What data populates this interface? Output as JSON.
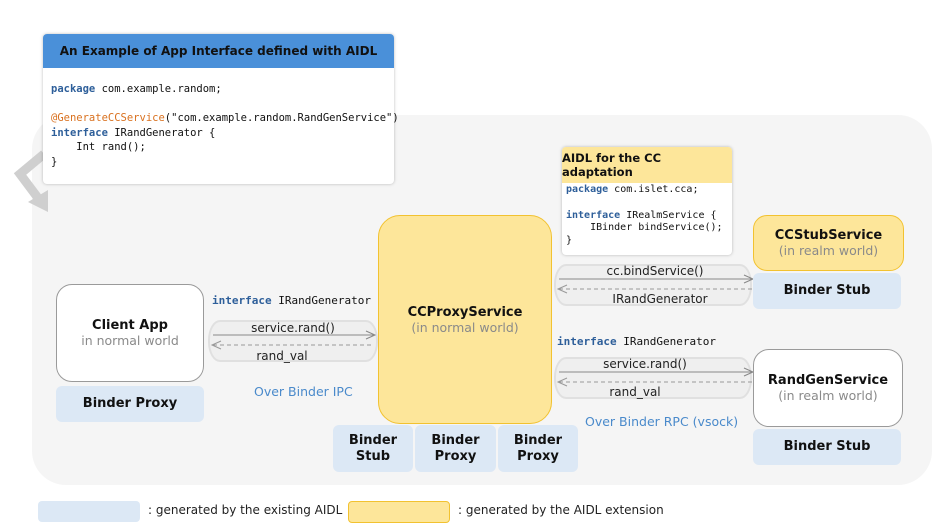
{
  "aidl_example_card": {
    "title": "An Example of App Interface defined with AIDL",
    "code": {
      "line1_kw": "package",
      "line1_rest": " com.example.random;",
      "line3_anno": "@GenerateCCService",
      "line3_rest": "(\"com.example.random.RandGenService\")",
      "line4_kw": "interface",
      "line4_rest": " IRandGenerator {",
      "line5": "    Int rand();",
      "line6": "}"
    }
  },
  "cc_adaptation_card": {
    "title": "AIDL for the CC adaptation",
    "code": {
      "line1_kw": "package",
      "line1_rest": " com.islet.cca;",
      "line3_kw": "interface",
      "line3_rest": " IRealmService {",
      "line4": "    IBinder bindService();",
      "line5": "}"
    }
  },
  "nodes": {
    "client_app": {
      "title": "Client App",
      "subtitle": "in normal world"
    },
    "cc_proxy_service": {
      "title": "CCProxyService",
      "subtitle": "(in normal world)"
    },
    "cc_stub_service": {
      "title": "CCStubService",
      "subtitle": "(in realm world)"
    },
    "rand_gen_service": {
      "title": "RandGenService",
      "subtitle": "(in realm world)"
    }
  },
  "binder_blocks": {
    "client_proxy": "Binder Proxy",
    "proxy_stub": "Binder\nStub",
    "proxy_proxy_1": "Binder\nProxy",
    "proxy_proxy_2": "Binder\nProxy",
    "cc_stub": "Binder Stub",
    "randgen_stub": "Binder Stub"
  },
  "channels": {
    "ipc": {
      "interface_kw": "interface",
      "interface_name": " IRandGenerator",
      "call": "service.rand()",
      "return": "rand_val",
      "caption": "Over Binder IPC"
    },
    "bind": {
      "call": "cc.bindService()",
      "return": "IRandGenerator"
    },
    "rpc": {
      "interface_kw": "interface",
      "interface_name": " IRandGenerator",
      "call": "service.rand()",
      "return": "rand_val",
      "caption": "Over Binder RPC (vsock)"
    }
  },
  "legend": {
    "existing": ": generated by the existing AIDL",
    "extension": ": generated by the AIDL extension"
  },
  "colors": {
    "blue_header": "#4a90d9",
    "yellow_fill": "#fde69a",
    "yellow_border": "#f2c230",
    "binder_blue": "#dce8f5",
    "caption_blue": "#4a8acb",
    "keyword_blue": "#2e5f9a",
    "annotation_orange": "#d9711f"
  }
}
